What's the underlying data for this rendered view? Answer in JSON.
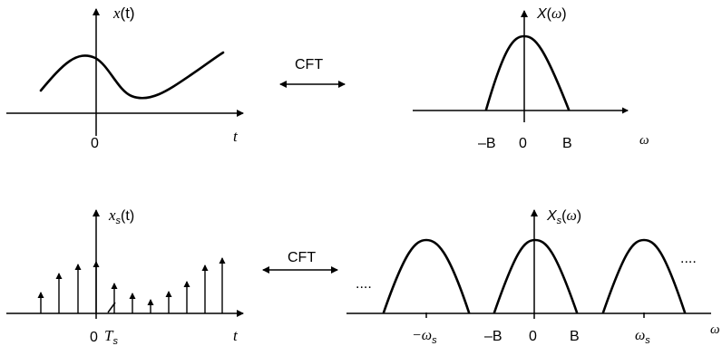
{
  "top_left": {
    "y_label_fn": "x",
    "y_label_arg": "(t)",
    "x_axis_label": "t",
    "origin_label": "0"
  },
  "top_middle": {
    "transform_label": "CFT"
  },
  "top_right": {
    "y_label_fn": "X",
    "y_label_paren_open": "(",
    "y_label_var": "ω",
    "y_label_paren_close": ")",
    "x_axis_label": "ω",
    "tick_labels": [
      "–B",
      "0",
      "B"
    ]
  },
  "bottom_left": {
    "y_label_fn": "x",
    "y_label_sub": "s",
    "y_label_arg": "(t)",
    "x_axis_label": "t",
    "origin_label": "0",
    "period_label": "T",
    "period_sub": "s"
  },
  "bottom_middle": {
    "transform_label": "CFT"
  },
  "bottom_right": {
    "y_label_fn": "X",
    "y_label_sub": "s",
    "y_label_paren_open": "(",
    "y_label_var": "ω",
    "y_label_paren_close": ")",
    "x_axis_label": "ω",
    "ellipsis_left": "....",
    "ellipsis_right": "....",
    "neg_ws_label": "−ω",
    "neg_ws_sub": "s",
    "ws_label": "ω",
    "ws_sub": "s",
    "tick_labels": [
      "–B",
      "0",
      "B"
    ]
  }
}
